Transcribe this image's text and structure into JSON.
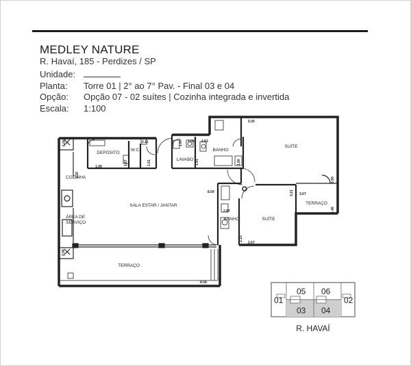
{
  "header": {
    "title": "MEDLEY NATURE",
    "address": "R. Havaí, 185 - Perdizes / SP"
  },
  "info": {
    "unidade_label": "Unidade:",
    "planta_label": "Planta:",
    "planta_value": "Torre 01 | 2° ao 7° Pav. - Final 03 e 04",
    "opcao_label": "Opção:",
    "opcao_value": "Opção 07 - 02 suítes | Cozinha integrada e invertida",
    "escala_label": "Escala:",
    "escala_value": "1:100"
  },
  "rooms": {
    "deposito": "DEPÓSITO",
    "wc": "W.C",
    "lavabo": "LAVABO",
    "banho_top": "BANHO",
    "suite_top": "SUÍTE",
    "cozinha": "COZINHA",
    "sala": "SALA ESTAR / JANTAR",
    "area_servico_1": "ÁREA DE",
    "area_servico_2": "SERVIÇO",
    "banho_mid": "BANHO",
    "suite_mid": "SUÍTE",
    "terraco_small": "TERRAÇO",
    "terraco_big": "TERRAÇO"
  },
  "dimensions": {
    "d_609": "6.09",
    "d_211": "2.11",
    "d_199": "1.99",
    "d_187": "1.87",
    "d_161": "1.61",
    "d_164": "1.64",
    "d_105": "1.05",
    "d_263": "2.63",
    "d_500": "5.00",
    "d_181": "1.81",
    "d_180": "1.80",
    "d_430": "4.30",
    "d_809": "8.09",
    "d_590": "5.90",
    "d_307": "3.07",
    "d_321": "3.21",
    "d_148": "1.48",
    "d_267": "2.67",
    "d_215": "2.15",
    "d_287": "2.87",
    "d_206": "2.06",
    "d_858": "8.58"
  },
  "key_plan": {
    "units": [
      "01",
      "02",
      "03",
      "04",
      "05",
      "06"
    ],
    "street": "R. HAVAÍ",
    "highlight_color": "#cfcfcf"
  }
}
